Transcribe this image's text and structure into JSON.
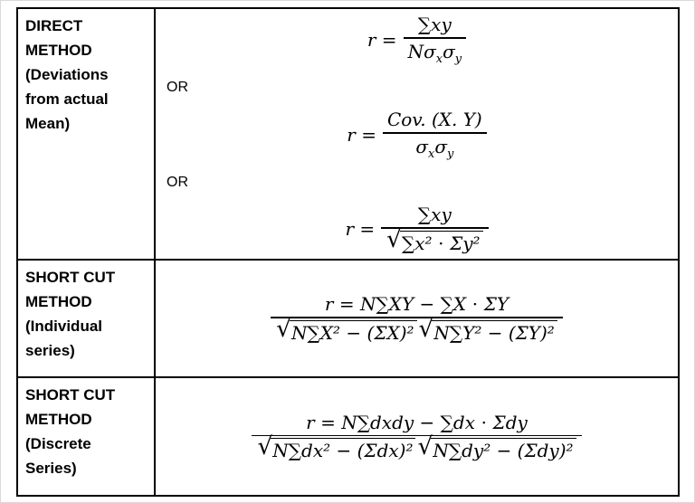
{
  "page": {
    "bg_color": "#ffffff",
    "border_color": "#000000"
  },
  "symbols": {
    "sqrt": "√"
  },
  "table": {
    "rows": [
      {
        "label": "DIRECT METHOD (Deviations from actual Mean)",
        "label_lines": [
          "DIRECT",
          "METHOD",
          "(Deviations",
          "from actual",
          "Mean)"
        ],
        "or1": "OR",
        "or2": "OR",
        "f1": {
          "lhs": "r =",
          "num": "∑xy",
          "den_pre": "Nσ",
          "den_sub1": "x",
          "den_mid": "σ",
          "den_sub2": "y"
        },
        "f2": {
          "lhs": "r =",
          "num": "Cov. (X. Y)",
          "den_pre": "σ",
          "den_sub1": "x",
          "den_mid": "σ",
          "den_sub2": "y"
        },
        "f3": {
          "lhs": "r =",
          "num": "∑xy",
          "den_radicand": "∑x² ⋅ Σy²"
        }
      },
      {
        "label": "SHORT CUT METHOD (Individual series)",
        "label_lines": [
          "SHORT CUT",
          "METHOD",
          "(Individual",
          "series)"
        ],
        "formula": {
          "num": "r = N∑XY − ∑X ⋅ ΣY",
          "rad1": "N∑X² − (ΣX)²",
          "rad2": "N∑Y² − (ΣY)²"
        }
      },
      {
        "label": "SHORT CUT METHOD (Discrete Series)",
        "label_lines": [
          "SHORT CUT",
          "METHOD",
          "(Discrete",
          "Series)"
        ],
        "formula": {
          "num": "r = N∑dxdy − ∑dx ⋅ Σdy",
          "rad1": "N∑dx² − (Σdx)²",
          "rad2": "N∑dy² − (Σdy)²"
        }
      }
    ]
  }
}
